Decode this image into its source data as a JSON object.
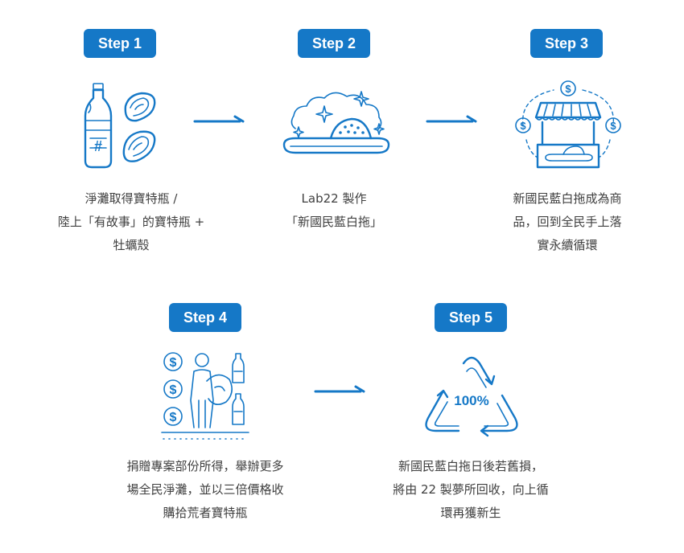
{
  "steps": [
    {
      "badge": "Step 1",
      "icon": "bottle-and-oyster-shells-icon",
      "lines": [
        "淨灘取得寶特瓶 /",
        "陸上「有故事」的寶特瓶 +",
        "牡蠣殼"
      ]
    },
    {
      "badge": "Step 2",
      "icon": "sparkling-slipper-icon",
      "lines": [
        "Lab22 製作",
        "「新國民藍白拖」"
      ]
    },
    {
      "badge": "Step 3",
      "icon": "market-stall-with-coins-icon",
      "lines": [
        "新國民藍白拖成為商",
        "品，回到全民手上落",
        "實永續循環"
      ]
    },
    {
      "badge": "Step 4",
      "icon": "collector-with-coins-and-bottles-icon",
      "lines": [
        "捐贈專案部份所得，舉辦更多",
        "場全民淨灘，並以三倍價格收",
        "購拾荒者寶特瓶"
      ]
    },
    {
      "badge": "Step 5",
      "icon": "recycle-triangle-icon",
      "recycle_label": "100%",
      "lines": [
        "新國民藍白拖日後若舊損，",
        "將由 22 製夢所回收，向上循",
        "環再獲新生"
      ]
    }
  ],
  "colors": {
    "accent": "#1578c7",
    "text": "#3f3f3f",
    "background": "#ffffff"
  },
  "currency_symbol": "$",
  "bottle_mark": "#"
}
